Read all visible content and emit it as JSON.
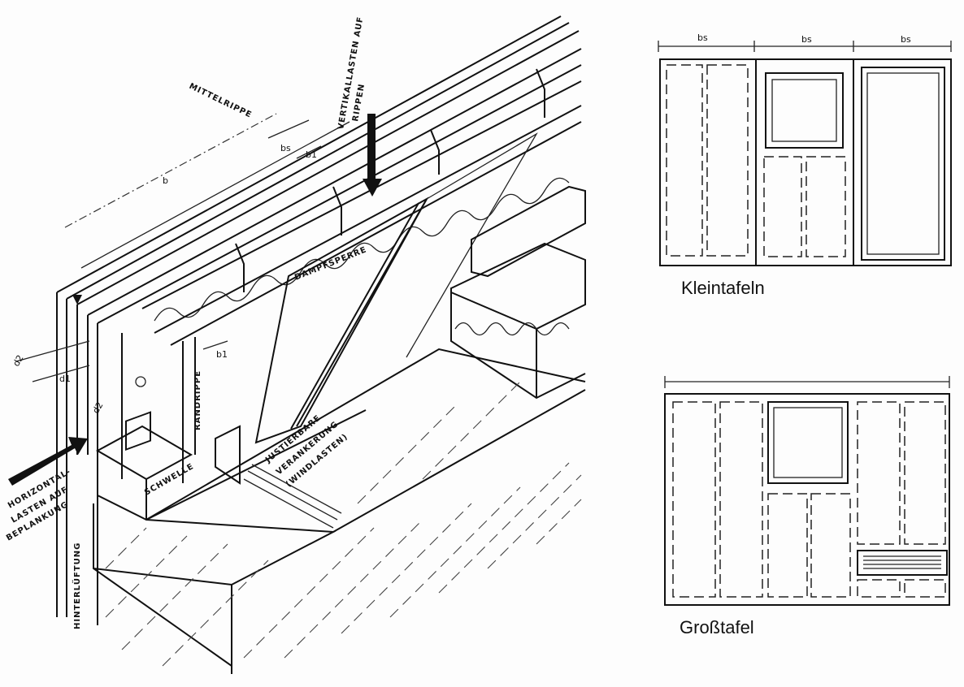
{
  "left_drawing": {
    "labels": {
      "mittelrippe": "MITTELRIPPE",
      "vertikallasten_1": "VERTIKALLASTEN AUF",
      "vertikallasten_2": "RIPPEN",
      "dampfsperre": "DAMPFSPERRE",
      "randrippe": "RANDRIPPE",
      "schwelle": "SCHWELLE",
      "justierbare_1": "JUSTIERBARE",
      "justierbare_2": "VERANKERUNG",
      "justierbare_3": "(WINDLASTEN)",
      "horizontal_1": "HORIZONTAL-",
      "horizontal_2": "LASTEN AUF",
      "horizontal_3": "BEPLANKUNG",
      "hinterlueftung": "HINTERLÜFTUNG"
    },
    "dimensions": {
      "b": "b",
      "bs": "bs",
      "b1_top": "b1",
      "b1_lower": "b1",
      "d2_left": "d2",
      "d1": "d1",
      "d2_lower": "d2"
    }
  },
  "kleintafeln": {
    "caption": "Kleintafeln",
    "dimension_labels": [
      "bs",
      "bs",
      "bs"
    ]
  },
  "grosstafel": {
    "caption": "Großtafel"
  }
}
